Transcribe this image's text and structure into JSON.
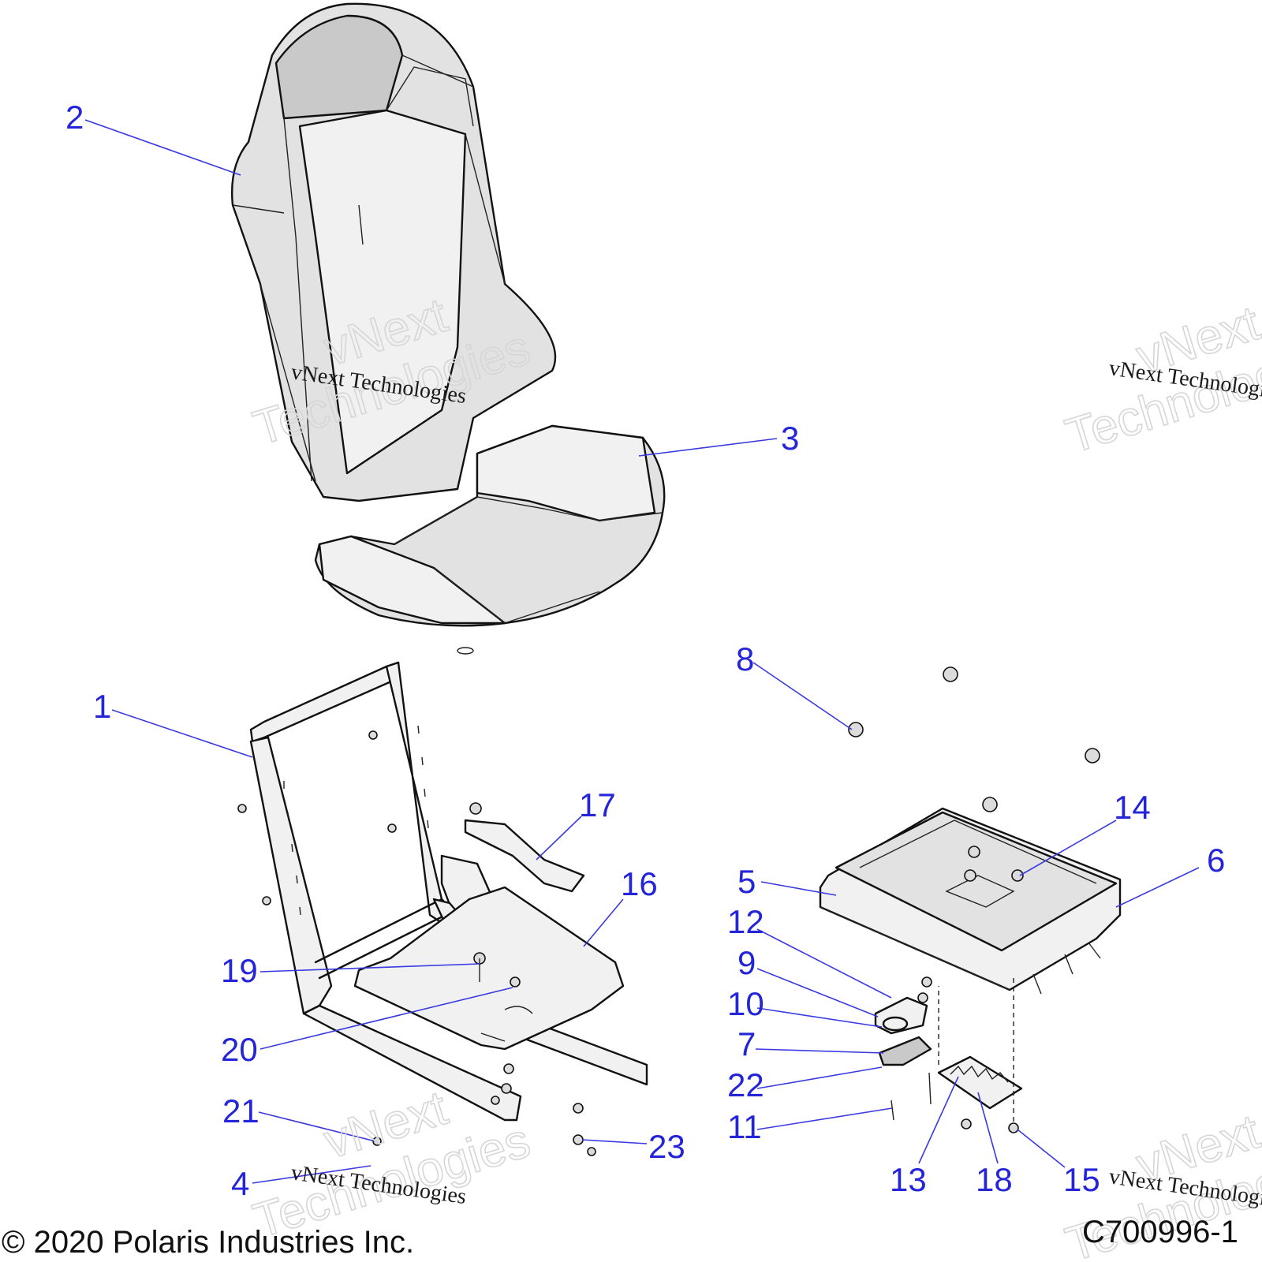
{
  "callouts": {
    "c1": "1",
    "c2": "2",
    "c3": "3",
    "c4": "4",
    "c5": "5",
    "c6": "6",
    "c7": "7",
    "c8": "8",
    "c9": "9",
    "c10": "10",
    "c11": "11",
    "c12": "12",
    "c13": "13",
    "c14": "14",
    "c15": "15",
    "c16": "16",
    "c17": "17",
    "c18": "18",
    "c19": "19",
    "c20": "20",
    "c21": "21",
    "c22": "22",
    "c23": "23"
  },
  "watermark": {
    "small_text": "vNext Technologies",
    "big_line1": "vNext",
    "big_line2": "Technologies"
  },
  "footer": {
    "copyright": "© 2020 Polaris Industries Inc.",
    "drawing_code": "C700996-1"
  },
  "colors": {
    "callout": "#2424d8",
    "outline": "#111111",
    "seat_fill": "#e2e2e2"
  }
}
